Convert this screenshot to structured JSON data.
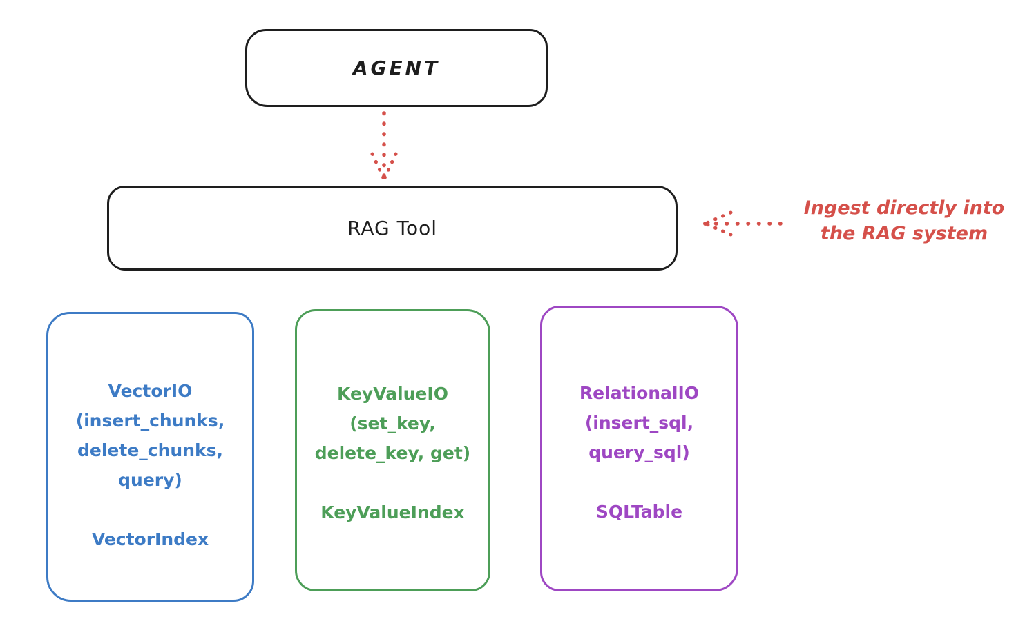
{
  "diagram": {
    "agent_box": {
      "label": "AGENT",
      "border_color": "#1e1e1e"
    },
    "rag_tool_box": {
      "label": "RAG Tool",
      "border_color": "#1e1e1e"
    },
    "flow_arrow": {
      "color": "#d5504a",
      "style": "dotted",
      "direction": "down"
    },
    "annotation": {
      "color": "#d5504a",
      "arrow_direction": "left",
      "line1": "Ingest directly into",
      "line2": "the RAG system"
    },
    "backends": [
      {
        "name": "vector-io",
        "color": "#3d7bc5",
        "lines": [
          "VectorIO",
          "(insert_chunks,",
          "delete_chunks,",
          "query)"
        ],
        "index_label": "VectorIndex"
      },
      {
        "name": "keyvalue-io",
        "color": "#4d9e58",
        "lines": [
          "KeyValueIO",
          "(set_key,",
          "delete_key, get)"
        ],
        "index_label": "KeyValueIndex"
      },
      {
        "name": "relational-io",
        "color": "#9e47c3",
        "lines": [
          "RelationalIO",
          "(insert_sql,",
          "query_sql)"
        ],
        "index_label": "SQLTable"
      }
    ]
  }
}
